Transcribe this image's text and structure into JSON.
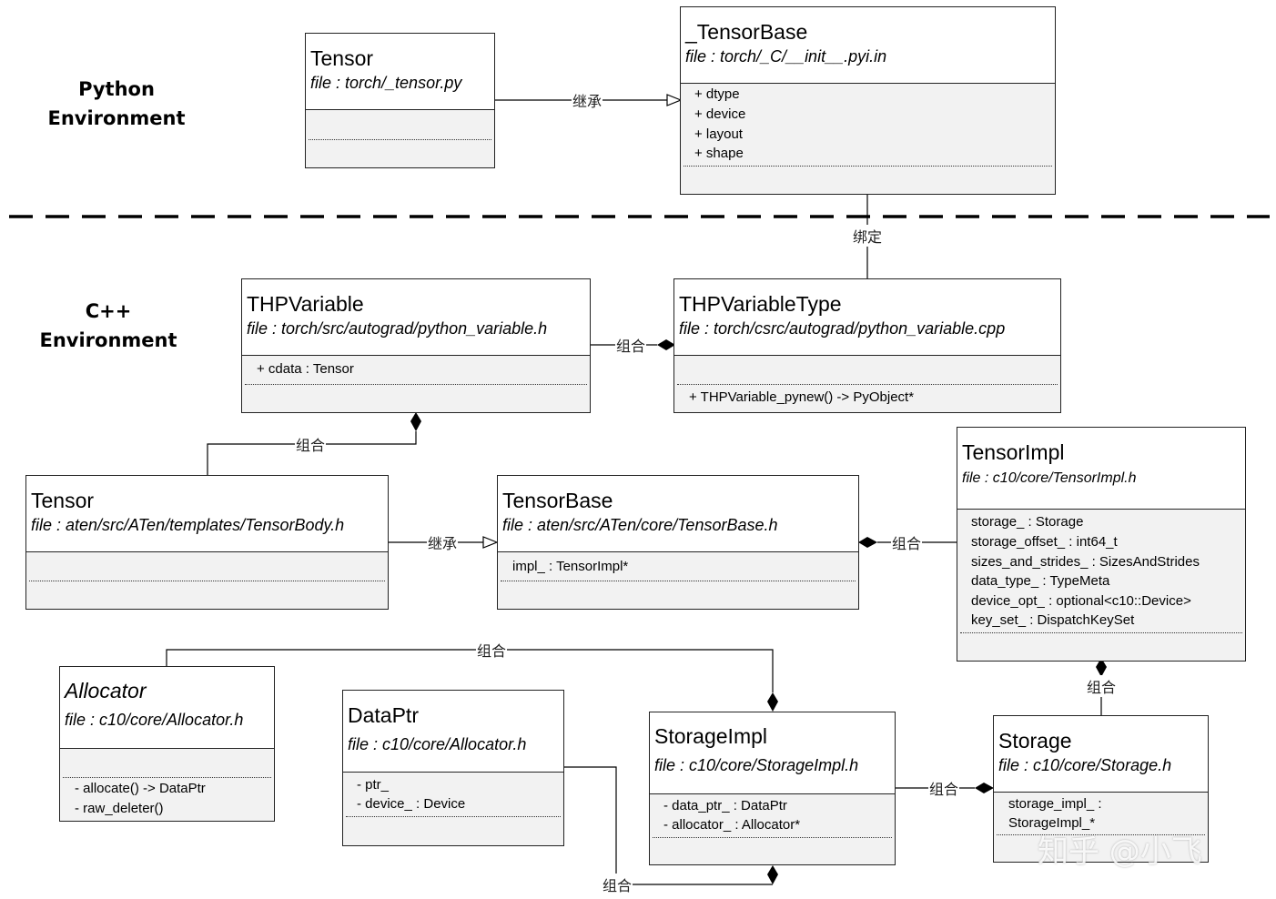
{
  "environments": {
    "python": "Python\nEnvironment",
    "cpp": "C++\nEnvironment"
  },
  "classes": {
    "py_tensor": {
      "name": "Tensor",
      "file": "file : torch/_tensor.py",
      "attrs": [],
      "methods": []
    },
    "py_tensorbase": {
      "name": "_TensorBase",
      "file": "file : torch/_C/__init__.pyi.in",
      "attrs": [
        "+ dtype",
        "+ device",
        "+ layout",
        "+ shape"
      ],
      "methods": []
    },
    "thpvariable": {
      "name": "THPVariable",
      "file": "file : torch/src/autograd/python_variable.h",
      "attrs": [
        "+ cdata : Tensor"
      ],
      "methods": []
    },
    "thpvariabletype": {
      "name": "THPVariableType",
      "file": "file : torch/csrc/autograd/python_variable.cpp",
      "attrs": [],
      "methods": [
        "+ THPVariable_pynew() -> PyObject*"
      ]
    },
    "tensorimpl": {
      "name": "TensorImpl",
      "file": "file : c10/core/TensorImpl.h",
      "attrs": [
        "storage_ : Storage",
        "storage_offset_ : int64_t",
        "sizes_and_strides_ : SizesAndStrides",
        "data_type_ : TypeMeta",
        "device_opt_ : optional<c10::Device>",
        "key_set_ : DispatchKeySet"
      ],
      "methods": []
    },
    "cpp_tensor": {
      "name": "Tensor",
      "file": "file : aten/src/ATen/templates/TensorBody.h",
      "attrs": [],
      "methods": []
    },
    "cpp_tensorbase": {
      "name": "TensorBase",
      "file": "file : aten/src/ATen/core/TensorBase.h",
      "attrs": [
        "impl_ : TensorImpl*"
      ],
      "methods": []
    },
    "allocator": {
      "name": "Allocator",
      "file": "file : c10/core/Allocator.h",
      "attrs": [],
      "methods": [
        "- allocate() -> DataPtr",
        "- raw_deleter()"
      ]
    },
    "dataptr": {
      "name": "DataPtr",
      "file": "file : c10/core/Allocator.h",
      "attrs": [
        "- ptr_",
        "- device_ : Device"
      ],
      "methods": []
    },
    "storageimpl": {
      "name": "StorageImpl",
      "file": "file : c10/core/StorageImpl.h",
      "attrs": [
        "- data_ptr_ : DataPtr",
        "- allocator_ : Allocator*"
      ],
      "methods": []
    },
    "storage": {
      "name": "Storage",
      "file": "file : c10/core/Storage.h",
      "attrs": [
        "storage_impl_ :",
        "StorageImpl_*"
      ],
      "methods": []
    }
  },
  "relations": {
    "inherit_py": "继承",
    "bind": "绑定",
    "compose_thp": "组合",
    "compose_thpvar_tensor": "组合",
    "inherit_cpp": "继承",
    "compose_base_impl": "组合",
    "compose_alloc_storageimpl": "组合",
    "compose_impl_storage": "组合",
    "compose_storageimpl_storage": "组合",
    "compose_dataptr_storageimpl": "组合"
  },
  "watermark": "知乎 @小飞"
}
